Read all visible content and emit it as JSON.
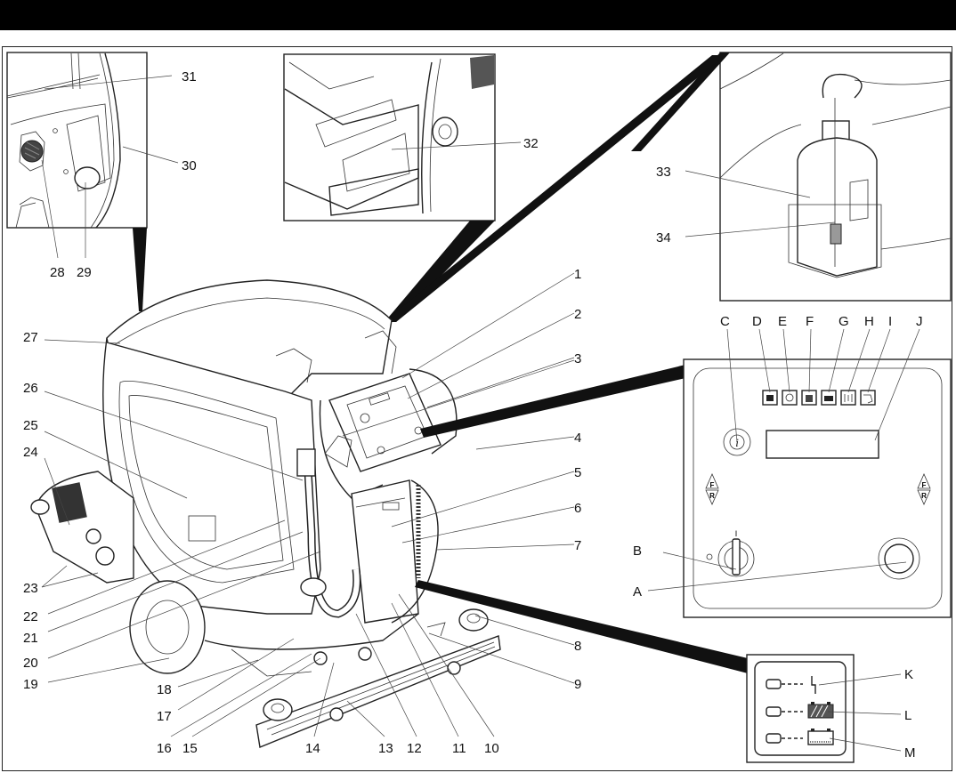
{
  "header": {
    "bar_color": "#000000"
  },
  "figure": {
    "machine_labels": [
      "1",
      "2",
      "3",
      "4",
      "5",
      "6",
      "7",
      "8",
      "9",
      "10",
      "11",
      "12",
      "13",
      "14",
      "15",
      "16",
      "17",
      "18",
      "19",
      "20",
      "21",
      "22",
      "23",
      "24",
      "25",
      "26",
      "27"
    ],
    "inset_rear": {
      "labels": [
        "28",
        "29",
        "30",
        "31"
      ]
    },
    "inset_handle": {
      "labels": [
        "32"
      ]
    },
    "inset_bottle": {
      "labels": [
        "33",
        "34"
      ]
    },
    "control_panel": {
      "letter_labels": [
        "A",
        "B",
        "C",
        "D",
        "E",
        "F",
        "G",
        "H",
        "I",
        "J"
      ],
      "info_button_glyph": "i",
      "direction_marks": {
        "forward": "F",
        "reverse": "R"
      },
      "key_position": "I",
      "indicator_icons": [
        "battery-icon",
        "brush-motor-icon",
        "water-solution-icon",
        "recovery-tank-icon",
        "squeegee-icon",
        "detergent-dosing-icon"
      ]
    },
    "charger_panel": {
      "letter_labels": [
        "K",
        "L",
        "M"
      ],
      "indicator_icons": [
        "fault-bolt-icon",
        "battery-charging-icon",
        "battery-charged-icon"
      ]
    }
  }
}
